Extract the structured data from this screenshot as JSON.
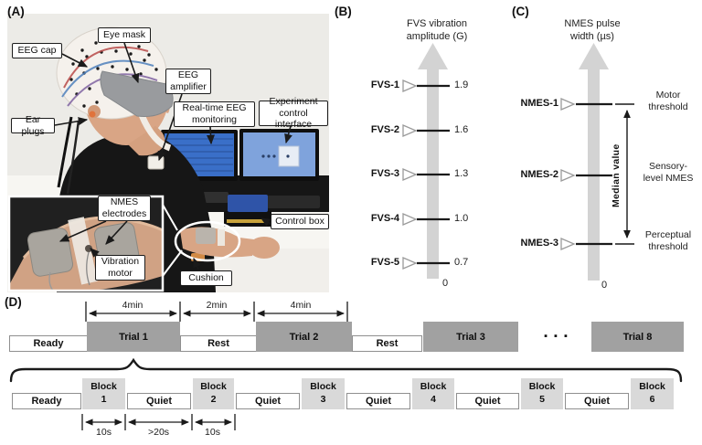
{
  "figure": {
    "panel_a": {
      "label": "(A)",
      "callouts": {
        "eeg_cap": "EEG cap",
        "eye_mask": "Eye mask",
        "eeg_amplifier": "EEG\namplifier",
        "realtime_eeg_monitoring": "Real-time EEG\nmonitoring",
        "experiment_control_interface": "Experiment\ncontrol interface",
        "ear_plugs": "Ear plugs",
        "nmes_electrodes": "NMES\nelectrodes",
        "vibration_motor": "Vibration\nmotor",
        "cushion": "Cushion",
        "control_box": "Control box"
      }
    },
    "panel_b": {
      "label": "(B)",
      "title": "FVS vibration\namplitude (G)",
      "zero_label": "0",
      "levels": [
        {
          "name": "FVS-1",
          "value": "1.9"
        },
        {
          "name": "FVS-2",
          "value": "1.6"
        },
        {
          "name": "FVS-3",
          "value": "1.3"
        },
        {
          "name": "FVS-4",
          "value": "1.0"
        },
        {
          "name": "FVS-5",
          "value": "0.7"
        }
      ]
    },
    "panel_c": {
      "label": "(C)",
      "title": "NMES pulse\nwidth (µs)",
      "zero_label": "0",
      "median_label": "Median value",
      "levels": [
        {
          "name": "NMES-1",
          "annotation": "Motor\nthreshold"
        },
        {
          "name": "NMES-2",
          "annotation": "Sensory-\nlevel NMES"
        },
        {
          "name": "NMES-3",
          "annotation": "Perceptual\nthreshold"
        }
      ]
    },
    "panel_d": {
      "label": "(D)",
      "top_durations": [
        "4min",
        "2min",
        "4min"
      ],
      "top_row": {
        "ready": "Ready",
        "trial1": "Trial 1",
        "rest1": "Rest",
        "trial2": "Trial 2",
        "rest2": "Rest",
        "trial3": "Trial 3",
        "ellipsis": "▪ ▪ ▪",
        "trial8": "Trial 8"
      },
      "bottom_row": {
        "ready": "Ready",
        "block1": "Block\n1",
        "quiet1": "Quiet",
        "block2": "Block\n2",
        "quiet2": "Quiet",
        "block3": "Block\n3",
        "quiet3": "Quiet",
        "block4": "Block\n4",
        "quiet4": "Quiet",
        "block5": "Block\n5",
        "quiet5": "Quiet",
        "block6": "Block\n6"
      },
      "bottom_durations": [
        "10s",
        ">20s",
        "10s"
      ]
    },
    "colors": {
      "trial_box_gray": "#a1a1a1",
      "block_box_gray": "#d9d9d9",
      "scale_arrow_gray": "#d3d3d3",
      "monitor_screen_left_blue": "#3a6fc8",
      "monitor_screen_right_blue": "#7fa3dc",
      "eye_mask_gray": "#999b9e",
      "earplug_orange": "#e0733c",
      "cushion_orange": "#d28a45"
    }
  }
}
